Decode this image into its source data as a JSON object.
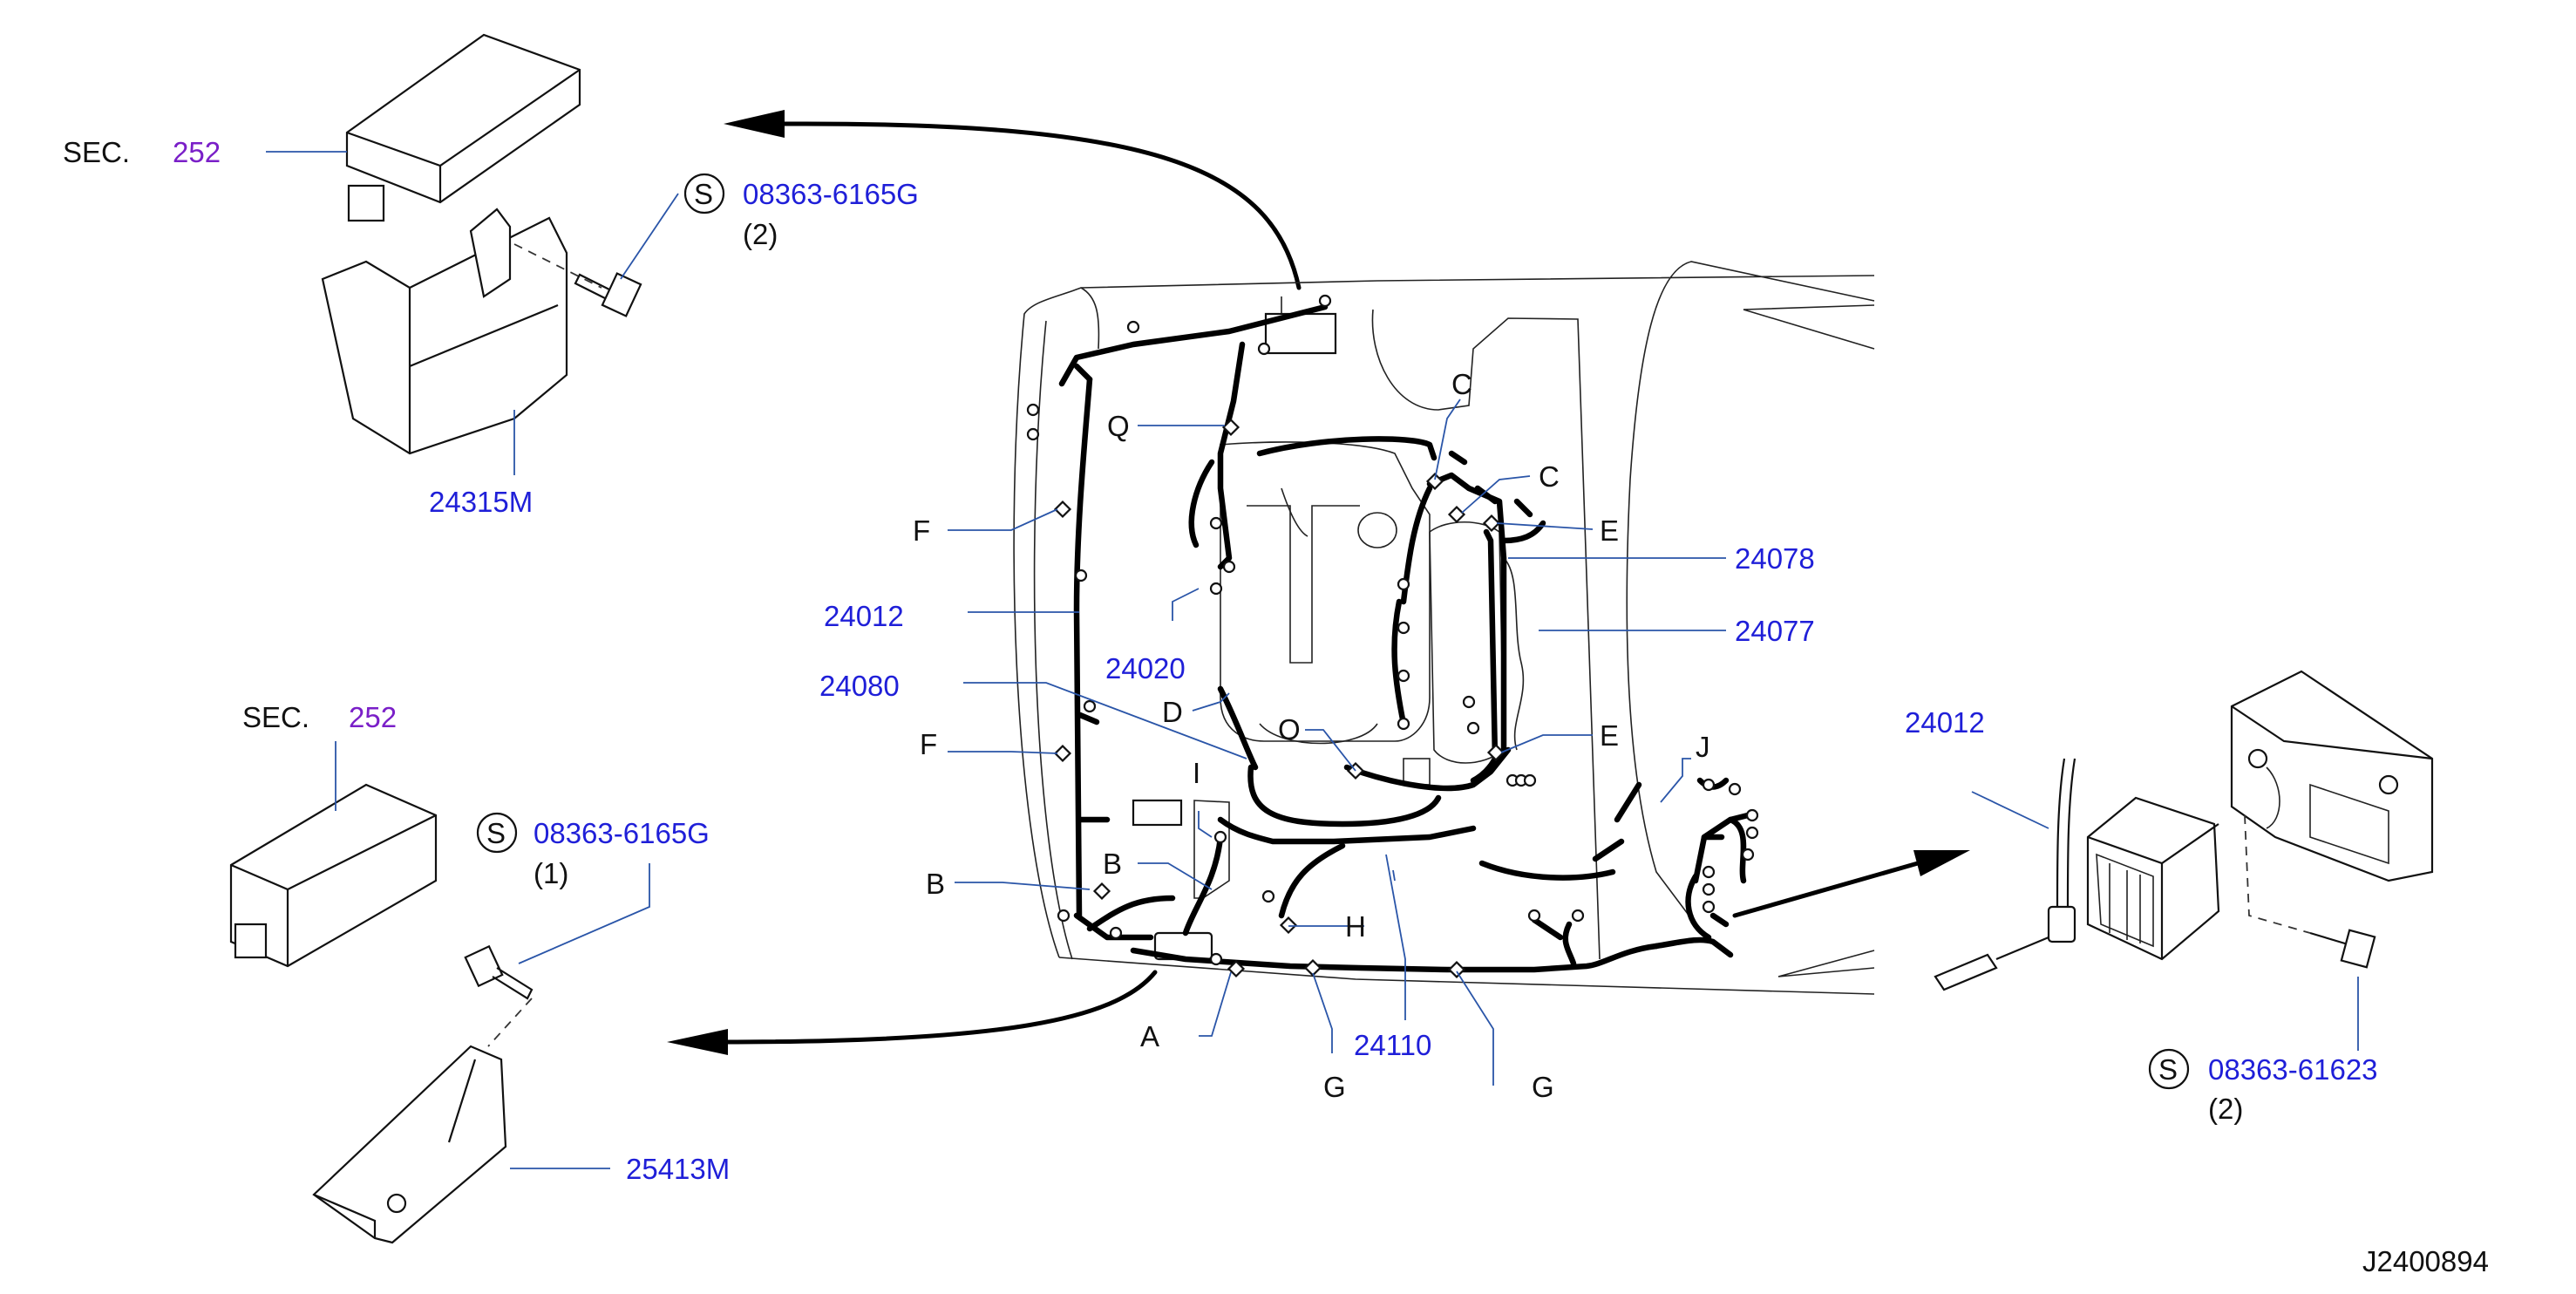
{
  "labels": {
    "sec_top": "SEC.",
    "sec_top_num": "252",
    "bolt_top_code": "08363-6165G",
    "bolt_top_qty": "(2)",
    "part_24315m": "24315M",
    "sec_mid": "SEC.",
    "sec_mid_num": "252",
    "bolt_mid_code": "08363-6165G",
    "bolt_mid_qty": "(1)",
    "part_25413m": "25413M",
    "part_24012_left": "24012",
    "part_24080": "24080",
    "part_24020": "24020",
    "part_24078": "24078",
    "part_24077": "24077",
    "part_24110": "24110",
    "part_24012_right": "24012",
    "bolt_right_code": "08363-61623",
    "bolt_right_qty": "(2)",
    "diagram_id": "J2400894",
    "S": "S"
  },
  "letters": {
    "Q": "Q",
    "F": "F",
    "D": "D",
    "I": "I",
    "B": "B",
    "A": "A",
    "G": "G",
    "H": "H",
    "O": "O",
    "C": "C",
    "E": "E",
    "J": "J"
  },
  "colors": {
    "part_number": "#1f1fd8",
    "section_number": "#7a1fc8",
    "text": "#111111",
    "leader": "#2a55a8"
  }
}
